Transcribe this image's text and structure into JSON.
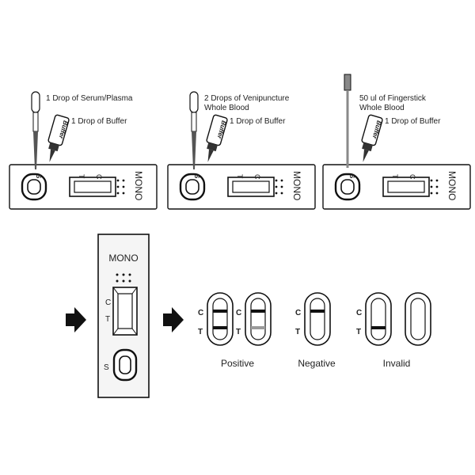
{
  "steps": [
    {
      "label_lines": [
        "1 Drop of Serum/Plasma"
      ],
      "buffer_label": "1 Drop of Buffer",
      "well_label": "S",
      "line_letters": [
        "T",
        "C"
      ],
      "brand": "MONO",
      "bottle_text": "Buffer"
    },
    {
      "label_lines": [
        "2 Drops of Venipuncture",
        "Whole Blood"
      ],
      "buffer_label": "1 Drop of Buffer",
      "well_label": "S",
      "line_letters": [
        "T",
        "C"
      ],
      "brand": "MONO",
      "bottle_text": "Buffer"
    },
    {
      "label_lines": [
        "50 ul of Fingerstick",
        "Whole Blood"
      ],
      "buffer_label": "1 Drop of Buffer",
      "well_label": "S",
      "line_letters": [
        "T",
        "C"
      ],
      "brand": "MONO",
      "bottle_text": "Buffer"
    }
  ],
  "cassette": {
    "brand": "MONO",
    "c_label": "C",
    "t_label": "T",
    "s_label": "S"
  },
  "results": {
    "c_letter": "C",
    "t_letter": "T",
    "groups": [
      {
        "label": "Positive",
        "strips": [
          {
            "c": "strong",
            "t": "strong",
            "letters": true
          },
          {
            "c": "strong",
            "t": "faint",
            "letters": true
          }
        ]
      },
      {
        "label": "Negative",
        "strips": [
          {
            "c": "strong",
            "t": "none",
            "letters": true
          }
        ]
      },
      {
        "label": "Invalid",
        "strips": [
          {
            "c": "none",
            "t": "strong",
            "letters": true
          },
          {
            "c": "none",
            "t": "none",
            "letters": false
          }
        ]
      }
    ]
  },
  "colors": {
    "ink": "#111111",
    "faint_line": "#9a9a9a",
    "panel_fill": "#f5f5f5"
  }
}
